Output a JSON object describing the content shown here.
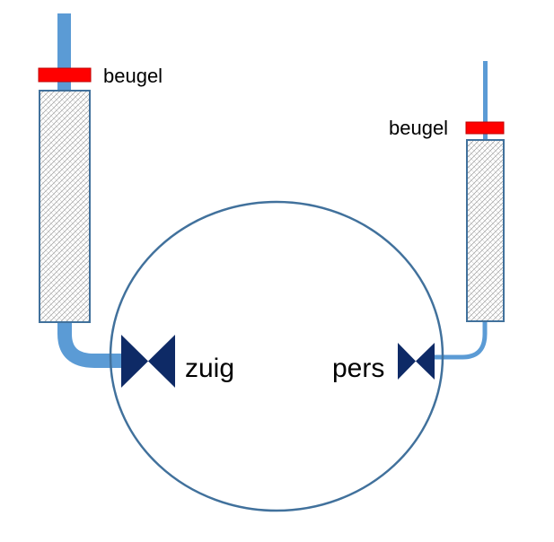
{
  "labels": {
    "left_clamp": "beugel",
    "right_clamp": "beugel",
    "suction": "zuig",
    "pressure": "pers"
  },
  "colors": {
    "tube": "#5b9bd5",
    "tube_outline": "#41719c",
    "chamber_outline": "#41719c",
    "clamp": "#ff0000",
    "clamp_outline": "#c00000",
    "valve": "#0e2a66",
    "hatch": "#9a9a9a",
    "background": "#ffffff"
  },
  "components": {
    "chamber": "circle-chamber",
    "left_cylinder": "hatched-cylinder",
    "right_cylinder": "hatched-cylinder",
    "left_valve": "bowtie-valve-icon",
    "right_valve": "bowtie-valve-icon"
  }
}
